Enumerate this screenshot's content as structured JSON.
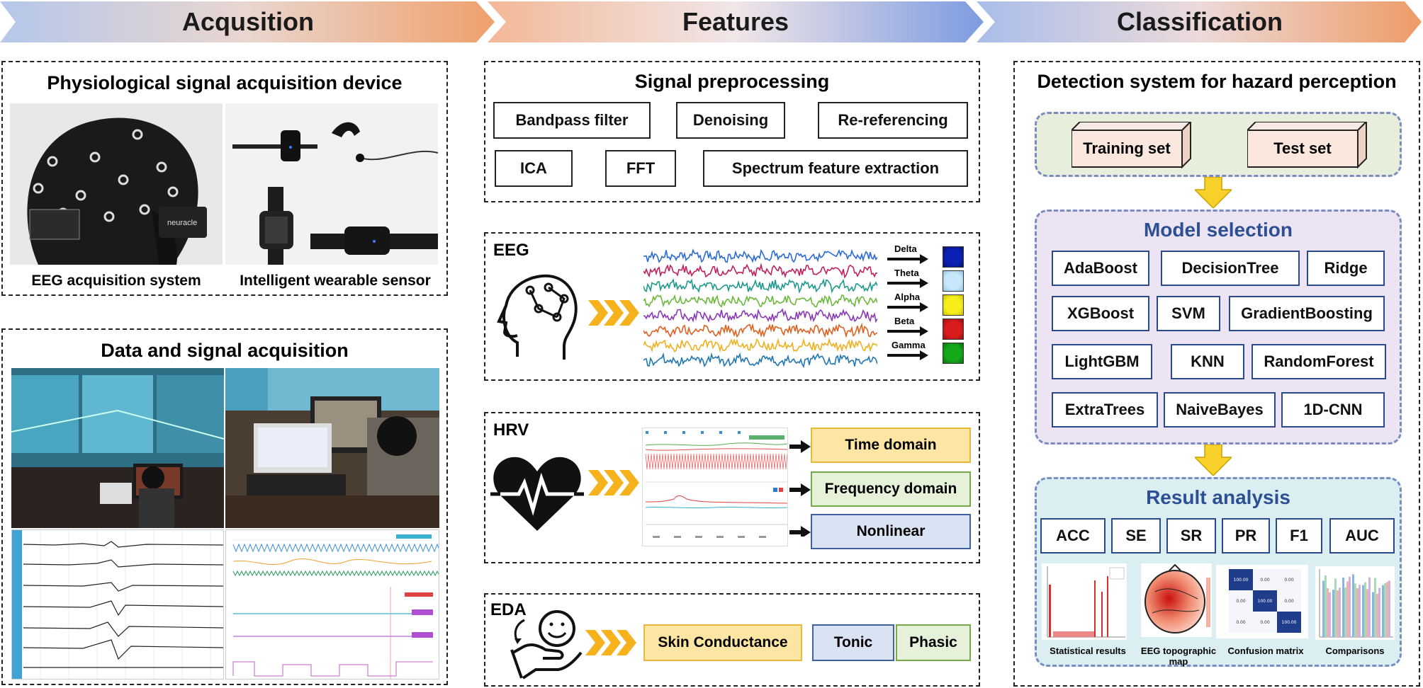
{
  "stages": [
    "Acqusition",
    "Features",
    "Classification"
  ],
  "acquisition": {
    "device_title": "Physiological signal acquisition device",
    "eeg_caption": "EEG acquisition system",
    "wearable_caption": "Intelligent wearable sensor",
    "device_brand": "neuracle",
    "data_title": "Data and signal acquisition"
  },
  "features": {
    "preprocessing_title": "Signal preprocessing",
    "preprocessing_steps": [
      "Bandpass filter",
      "Denoising",
      "Re-referencing",
      "ICA",
      "FFT",
      "Spectrum feature extraction"
    ],
    "eeg": {
      "label": "EEG",
      "bands": [
        "Delta",
        "Theta",
        "Alpha",
        "Beta",
        "Gamma"
      ],
      "band_colors": [
        "#0a1fb4",
        "#c8e8fa",
        "#f6ee1a",
        "#d81b1b",
        "#14a81a"
      ]
    },
    "hrv": {
      "label": "HRV",
      "outputs": [
        "Time domain",
        "Frequency domain",
        "Nonlinear"
      ]
    },
    "eda": {
      "label": "EDA",
      "outputs": [
        "Skin Conductance",
        "Tonic",
        "Phasic"
      ]
    }
  },
  "classification": {
    "title": "Detection system for hazard perception",
    "training_label": "Training set",
    "test_label": "Test set",
    "model_title": "Model selection",
    "models": [
      "AdaBoost",
      "DecisionTree",
      "Ridge",
      "XGBoost",
      "SVM",
      "GradientBoosting",
      "LightGBM",
      "KNN",
      "RandomForest",
      "ExtraTrees",
      "NaiveBayes",
      "1D-CNN"
    ],
    "result_title": "Result analysis",
    "metrics": [
      "ACC",
      "SE",
      "SR",
      "PR",
      "F1",
      "AUC"
    ],
    "result_captions": [
      "Statistical results",
      "EEG topographic map",
      "Confusion matrix",
      "Comparisons"
    ],
    "confusion_values": [
      "100.00",
      "0.00",
      "0.00",
      "0.00",
      "100.00",
      "0.00",
      "0.00",
      "0.00",
      "100.00"
    ]
  }
}
